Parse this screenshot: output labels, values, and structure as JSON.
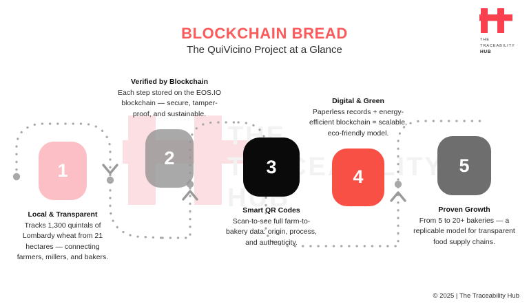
{
  "header": {
    "title": "BLOCKCHAIN BREAD",
    "subtitle": "The QuiVicino Project at a Glance",
    "title_color": "#fb5a5a"
  },
  "brand": {
    "mark_name": "traceability-hub-logo",
    "line1": "THE",
    "line2": "TRACEABILITY",
    "line3": "HUB",
    "color": "#f9404f"
  },
  "watermark": {
    "text": "THE TRACEABILITY HUB",
    "logo_name": "traceability-hub-watermark"
  },
  "steps": [
    {
      "number": "1",
      "title": "Local & Transparent",
      "body": "Tracks 1,300 quintals of Lombardy wheat from 21 hectares — connecting farmers, millers, and bakers.",
      "color": "#fcbfc6",
      "caption_position": "below"
    },
    {
      "number": "2",
      "title": "Verified by Blockchain",
      "body": "Each step stored on the EOS.IO blockchain — secure, tamper-proof, and sustainable.",
      "color": "#969696",
      "caption_position": "above"
    },
    {
      "number": "3",
      "title": "Smart QR Codes",
      "body": "Scan-to-see full farm-to-bakery data: origin, process, and authenticity.",
      "color": "#0a0a0a",
      "caption_position": "below"
    },
    {
      "number": "4",
      "title": "Digital & Green",
      "body": "Paperless records + energy-efficient blockchain = scalable, eco-friendly model.",
      "color": "#f95046",
      "caption_position": "above"
    },
    {
      "number": "5",
      "title": "Proven Growth",
      "body": "From 5 to 20+ bakeries — a replicable model for transparent food supply chains.",
      "color": "#6e6e6e",
      "caption_position": "below"
    }
  ],
  "connectors": [
    {
      "name": "connector-1-2",
      "direction": "down"
    },
    {
      "name": "connector-2-3",
      "direction": "up"
    },
    {
      "name": "connector-3-4",
      "direction": "down"
    },
    {
      "name": "connector-4-5",
      "direction": "up"
    }
  ],
  "footer": {
    "text": "© 2025 | The Traceability Hub"
  }
}
